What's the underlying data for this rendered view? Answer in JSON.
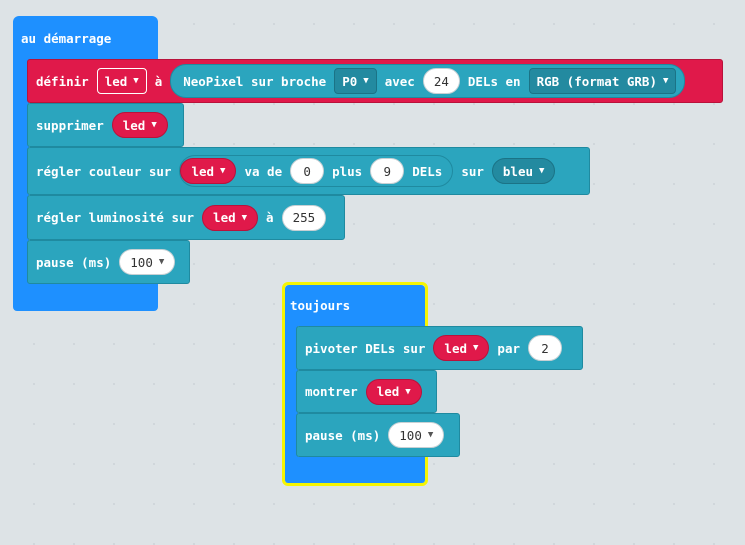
{
  "start": {
    "hat_label": "au démarrage",
    "set": {
      "label": "définir",
      "var": "led",
      "to": "à",
      "neopixel_label": "NeoPixel sur broche",
      "pin": "P0",
      "with": "avec",
      "count": "24",
      "leds": "DELs en",
      "mode": "RGB (format GRB)"
    },
    "clear": {
      "label": "supprimer",
      "var": "led"
    },
    "color": {
      "label": "régler couleur sur",
      "var": "led",
      "from": "va de",
      "start": "0",
      "plus": "plus",
      "n": "9",
      "leds": "DELs",
      "on": "sur",
      "color": "bleu"
    },
    "brightness": {
      "label": "régler luminosité sur",
      "var": "led",
      "to": "à",
      "value": "255"
    },
    "pause": {
      "label": "pause (ms)",
      "value": "100"
    }
  },
  "forever": {
    "hat_label": "toujours",
    "rotate": {
      "label": "pivoter DELs sur",
      "var": "led",
      "by": "par",
      "value": "2"
    },
    "show": {
      "label": "montrer",
      "var": "led"
    },
    "pause": {
      "label": "pause (ms)",
      "value": "100"
    }
  },
  "colors": {
    "blue": "#1e90ff",
    "teal": "#2ba5be",
    "red": "#e0194a",
    "highlight": "#f5f502"
  }
}
